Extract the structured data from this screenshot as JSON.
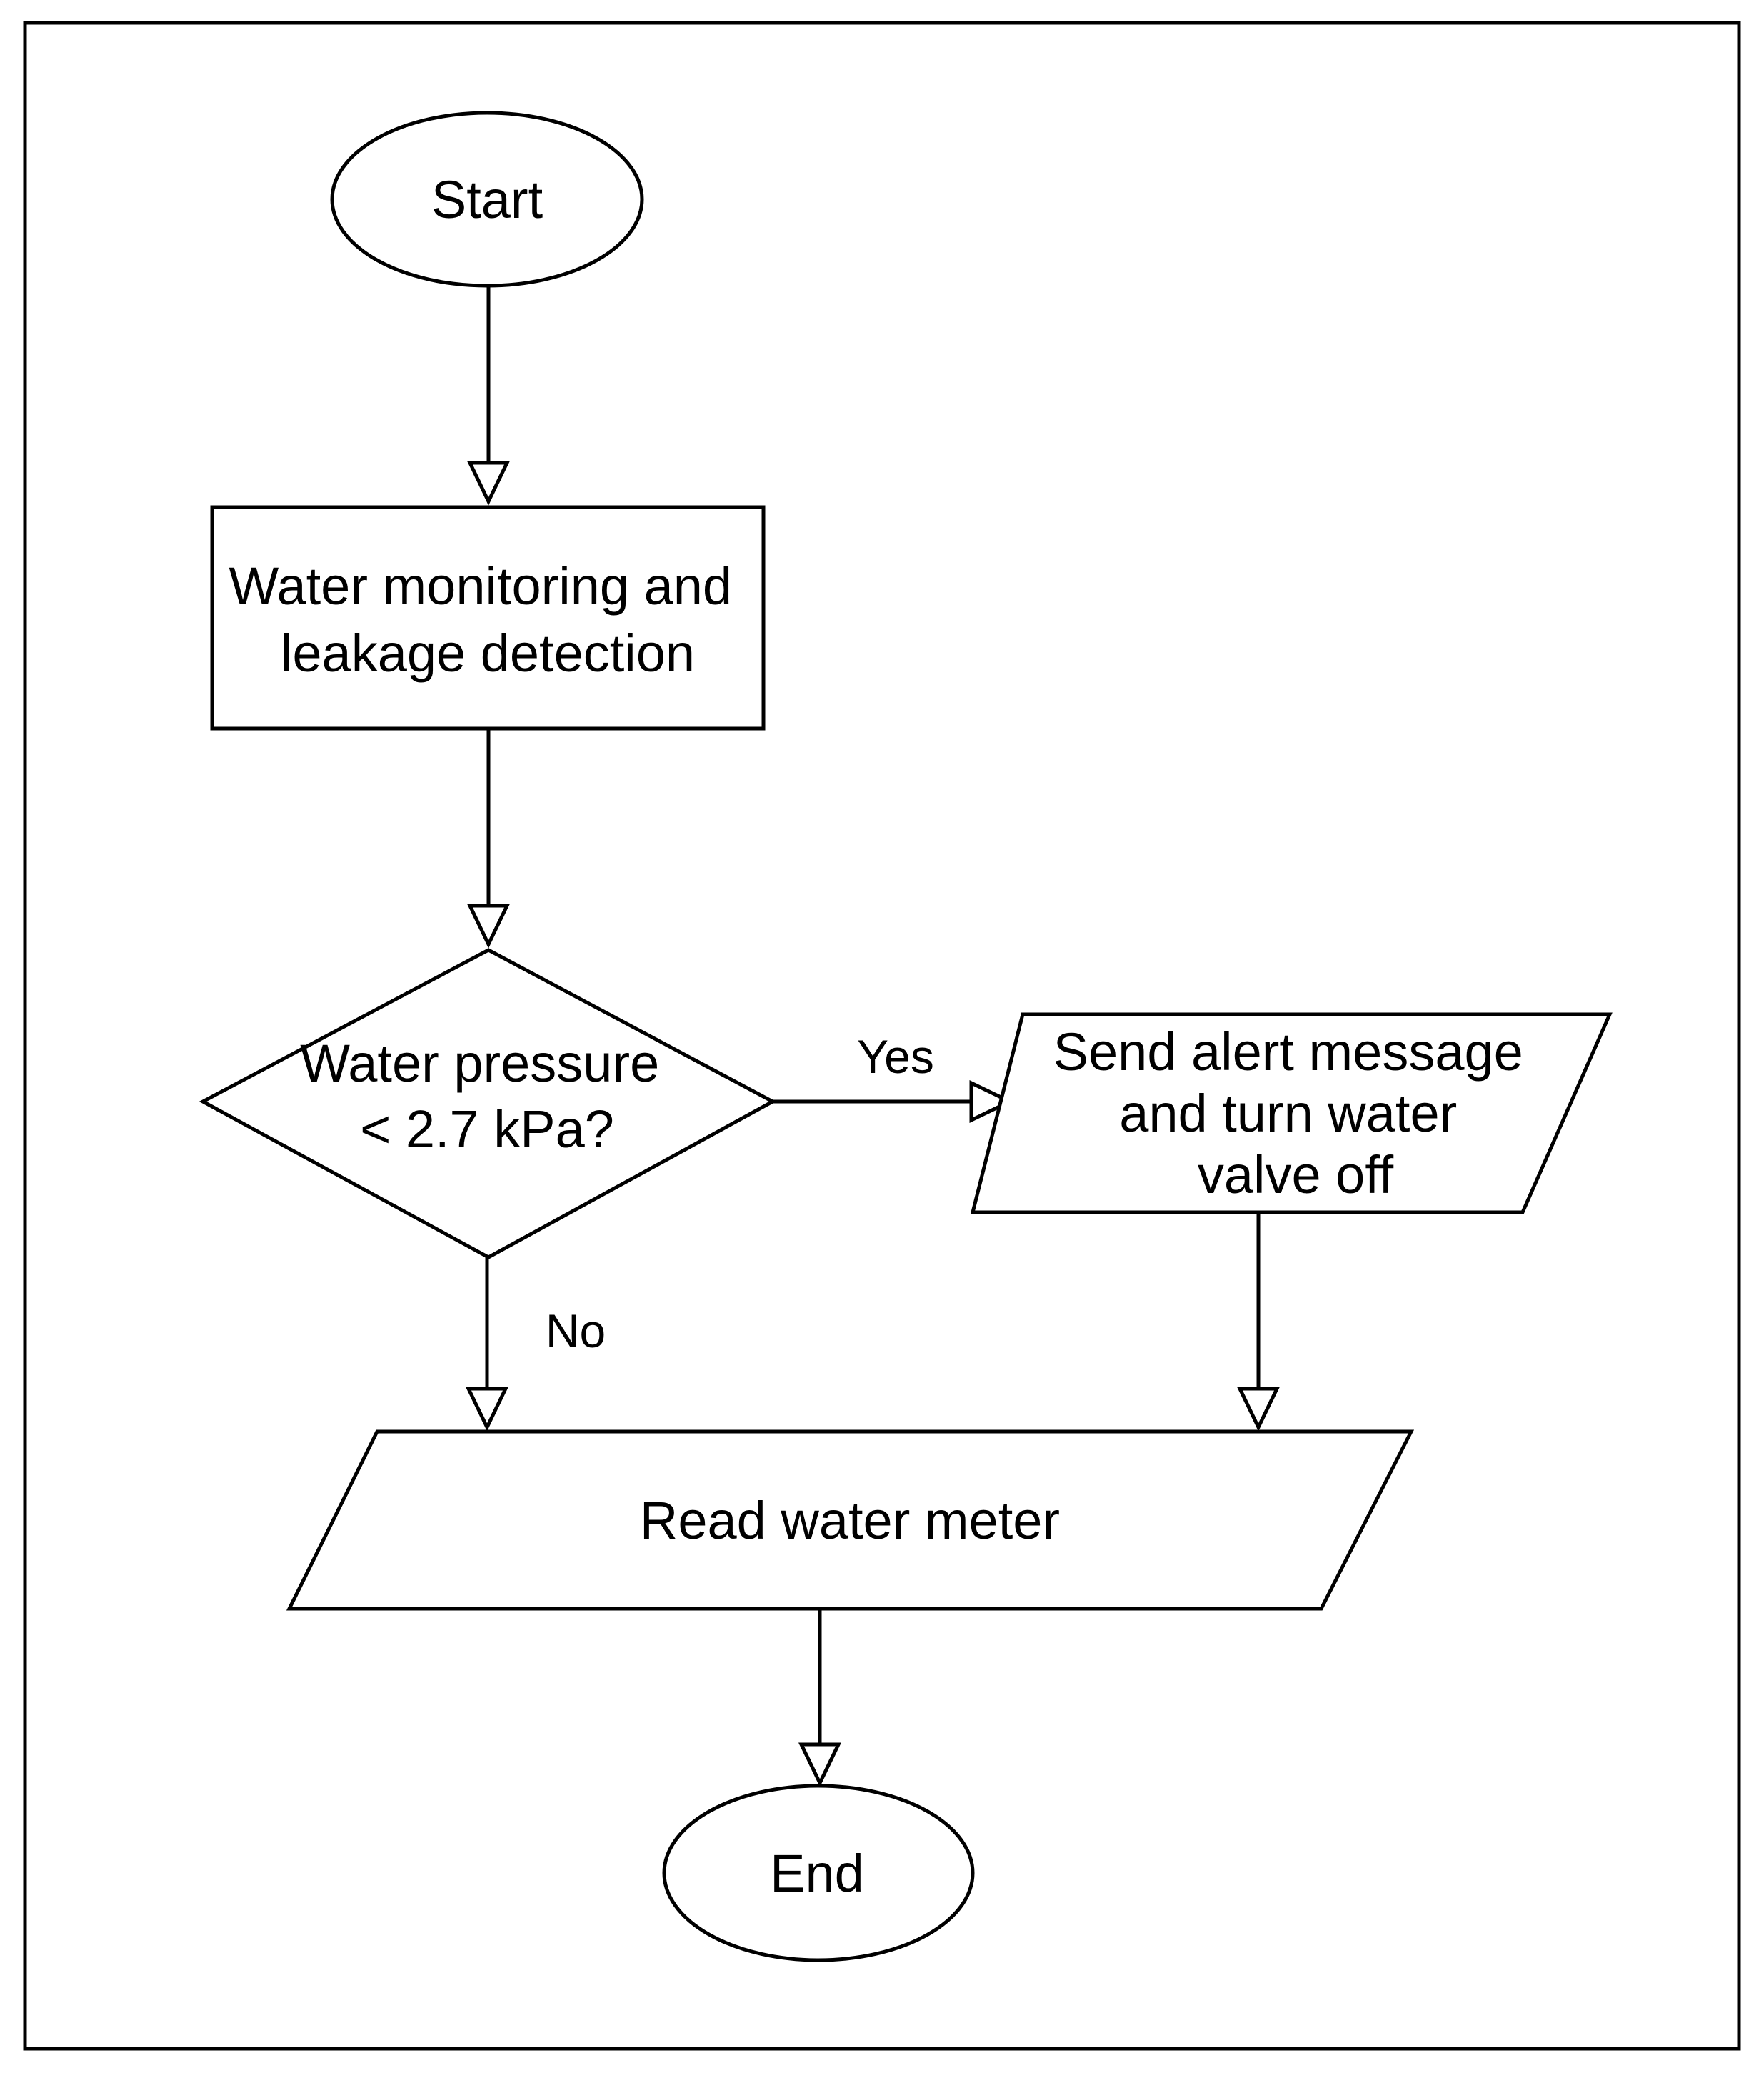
{
  "nodes": {
    "start": {
      "shape": "ellipse",
      "lines": [
        "Start"
      ]
    },
    "monitoring": {
      "shape": "rectangle",
      "lines": [
        "Water monitoring and",
        "leakage detection"
      ]
    },
    "decision": {
      "shape": "diamond",
      "lines": [
        "Water pressure",
        "< 2.7 kPa?"
      ]
    },
    "alert": {
      "shape": "parallelogram",
      "lines": [
        "Send alert message",
        "and turn water",
        "valve off"
      ]
    },
    "read_meter": {
      "shape": "parallelogram",
      "lines": [
        "Read water meter"
      ]
    },
    "end": {
      "shape": "ellipse",
      "lines": [
        "End"
      ]
    }
  },
  "edges": {
    "start_to_monitoring": {
      "from": "Start",
      "to": "Water monitoring and leakage detection",
      "label": ""
    },
    "monitoring_to_decision": {
      "from": "Water monitoring and leakage detection",
      "to": "Water pressure < 2.7 kPa?",
      "label": ""
    },
    "decision_yes": {
      "from": "Water pressure < 2.7 kPa?",
      "to": "Send alert message and turn water valve off",
      "label": "Yes"
    },
    "decision_no": {
      "from": "Water pressure < 2.7 kPa?",
      "to": "Read water meter",
      "label": "No"
    },
    "alert_to_read": {
      "from": "Send alert message and turn water valve off",
      "to": "Read water meter",
      "label": ""
    },
    "read_to_end": {
      "from": "Read water meter",
      "to": "End",
      "label": ""
    }
  },
  "colors": {
    "stroke": "#000000",
    "fill": "#ffffff",
    "background": "#ffffff"
  }
}
